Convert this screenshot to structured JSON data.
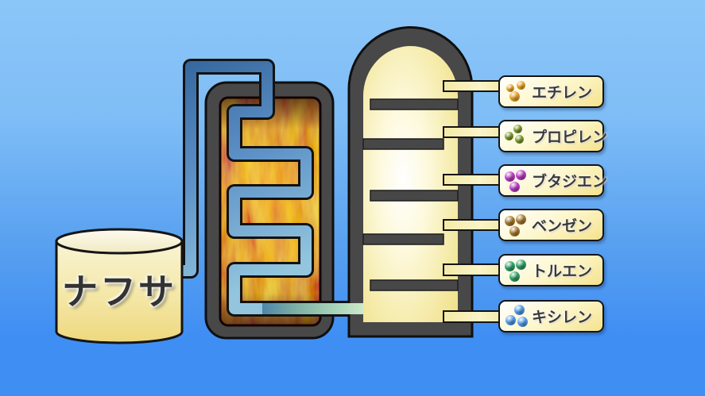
{
  "diagram": {
    "background_top": "#8cc6f8",
    "background_bottom": "#3f8ef3",
    "tank": {
      "label": "ナフサ"
    },
    "pipe_color": "#4a7fc0",
    "fire_color": "#c84409",
    "vessel_color": "#484848",
    "products": [
      {
        "label": "エチレン",
        "dot_color": "#eaa62a"
      },
      {
        "label": "プロピレン",
        "dot_color": "#7f9c2e"
      },
      {
        "label": "ブタジエン",
        "dot_color": "#bf3ec8"
      },
      {
        "label": "ベンゼン",
        "dot_color": "#aa7d33"
      },
      {
        "label": "トルエン",
        "dot_color": "#31a468"
      },
      {
        "label": "キシレン",
        "dot_color": "#569fee"
      }
    ]
  }
}
